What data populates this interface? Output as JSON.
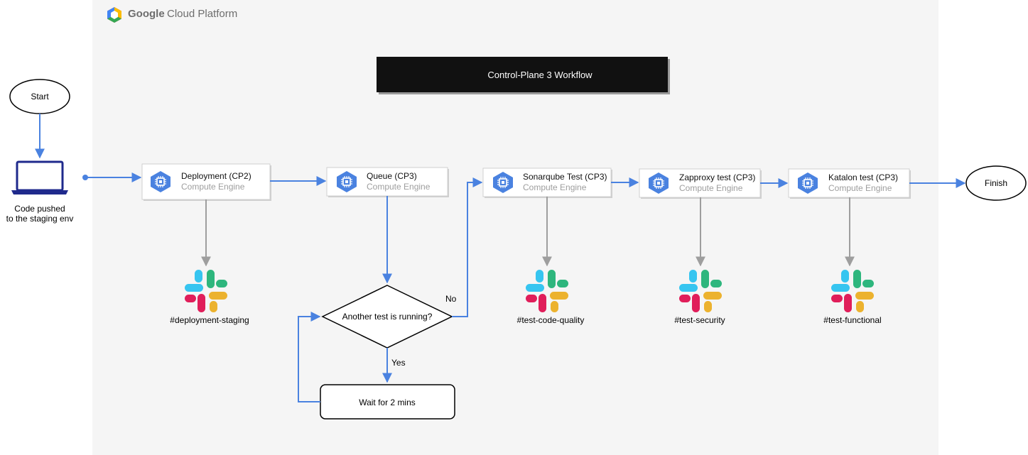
{
  "platform": {
    "brand": "Google",
    "name": "Cloud Platform"
  },
  "workflow_title": "Control-Plane 3 Workflow",
  "start_label": "Start",
  "finish_label": "Finish",
  "laptop_caption": {
    "line1": "Code pushed",
    "line2": "to the staging env"
  },
  "nodes": [
    {
      "title": "Deployment (CP2)",
      "subtitle": "Compute Engine"
    },
    {
      "title": "Queue (CP3)",
      "subtitle": "Compute Engine"
    },
    {
      "title": "Sonarqube Test (CP3)",
      "subtitle": "Compute Engine"
    },
    {
      "title": "Zapproxy test (CP3)",
      "subtitle": "Compute Engine"
    },
    {
      "title": "Katalon test (CP3)",
      "subtitle": "Compute Engine"
    }
  ],
  "decision": {
    "question": "Another test is running?",
    "yes_label": "Yes",
    "no_label": "No"
  },
  "wait_label": "Wait for 2 mins",
  "slack_channels": [
    "#deployment-staging",
    "#test-code-quality",
    "#test-security",
    "#test-functional"
  ],
  "colors": {
    "flow_arrow": "#4a82e0",
    "notify_arrow": "#9e9e9e",
    "panel_background": "#f5f5f5",
    "title_bar": "#111111",
    "compute_engine_icon": "#4a82e0",
    "slack_blue": "#36c5f0",
    "slack_green": "#2eb67d",
    "slack_yellow": "#ecb22e",
    "slack_red": "#e01e5a"
  },
  "icons": {
    "node_icon": "compute-engine-icon",
    "laptop": "laptop-icon",
    "notification": "slack-icon",
    "platform_logo": "google-cloud-logo-icon"
  }
}
